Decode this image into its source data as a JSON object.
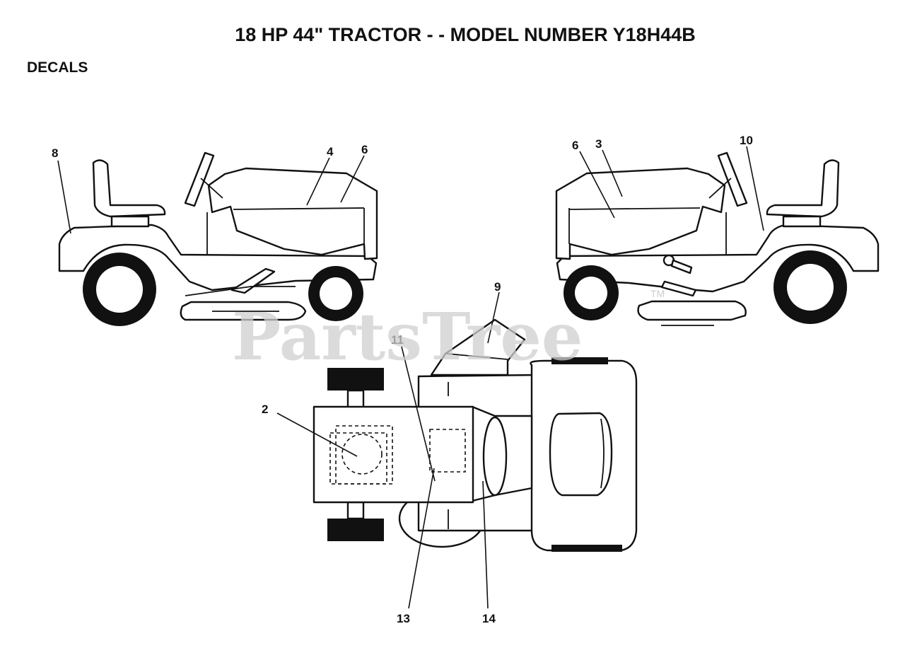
{
  "header": {
    "title": "18 HP 44\" TRACTOR - - MODEL NUMBER Y18H44B",
    "section": "DECALS"
  },
  "watermark": {
    "text": "PartsTree",
    "trademark": "TM"
  },
  "callouts": {
    "left_view": [
      "8",
      "4",
      "6"
    ],
    "right_view": [
      "6",
      "3",
      "10"
    ],
    "top_view": [
      "9",
      "11",
      "2",
      "13",
      "14"
    ]
  }
}
